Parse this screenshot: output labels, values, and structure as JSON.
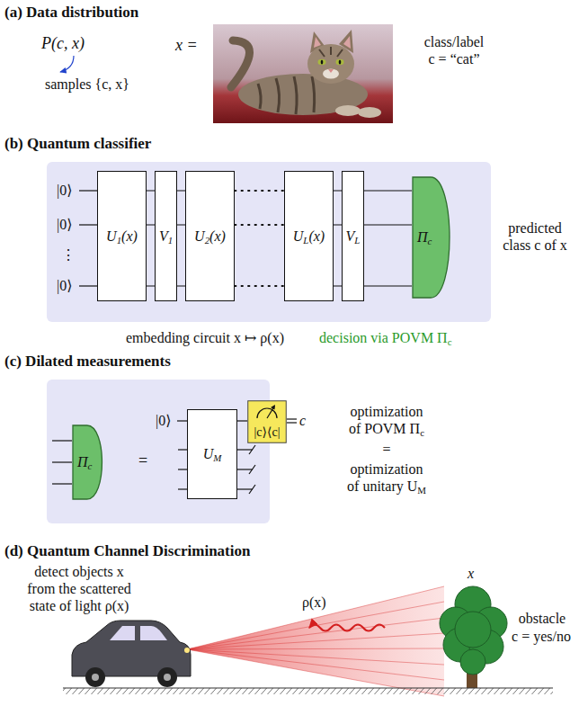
{
  "diagram": {
    "nodes": [
      {
        "text": [
          "U1(x)"
        ]
      },
      {
        "text": [
          "V1"
        ]
      },
      {
        "text": [
          "U2(x)"
        ]
      },
      {
        "text": [
          "UL(x)"
        ]
      },
      {
        "text": [
          "VL"
        ]
      },
      {
        "text": [
          "Πc"
        ]
      },
      {
        "text": [
          "Πc"
        ]
      },
      {
        "text": [
          "UM"
        ]
      },
      {
        "text": [
          "|c⟩⟨c|"
        ]
      }
    ],
    "edges": [
      {
        "from": 0,
        "to": 1,
        "arrow": "none"
      },
      {
        "from": 1,
        "to": 2,
        "arrow": "none"
      },
      {
        "from": 2,
        "to": 3,
        "arrow": "none"
      },
      {
        "from": 3,
        "to": 4,
        "arrow": "none"
      },
      {
        "from": 4,
        "to": 5,
        "arrow": "none"
      },
      {
        "from": 7,
        "to": 8,
        "arrow": "none"
      }
    ],
    "labels": [
      "(a) Data distribution",
      "P(c, x)",
      "samples {c, x}",
      "x =",
      "class/label c = “cat”",
      "(b) Quantum classifier",
      "|0⟩",
      "|0⟩",
      "⋮",
      "|0⟩",
      "predicted class c of x",
      "embedding circuit x ↦ ρ(x)",
      "decision via POVM Πc",
      "(c) Dilated measurements",
      "=",
      "|0⟩",
      "c",
      "optimization of POVM Πc",
      "=",
      "optimization of unitary UM",
      "(d) Quantum Channel Discrimination",
      "detect objects x from the scattered state of light ρ(x)",
      "x",
      "ρ(x)",
      "obstacle",
      "c = yes/no"
    ]
  }
}
